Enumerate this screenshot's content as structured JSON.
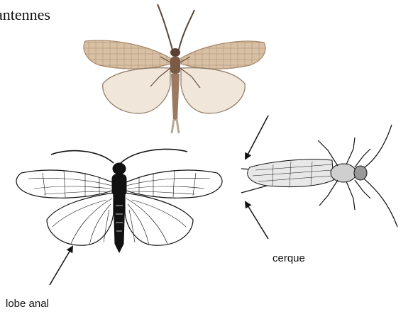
{
  "labels": {
    "antennes": "antennes",
    "cerque": "cerque",
    "lobe_anal": "lobe anal"
  },
  "colors": {
    "wing_photo": "#d8c0a4",
    "body_photo": "#7a5a44",
    "ink": "#111111",
    "wing_drawing_fill": "#ffffff",
    "stonefly_wing": "#e8e8e8"
  },
  "figures": [
    {
      "name": "photo-insect",
      "style": "photograph"
    },
    {
      "name": "drawn-insect-wings-open",
      "style": "line-drawing"
    },
    {
      "name": "drawn-stonefly",
      "style": "line-drawing"
    }
  ]
}
